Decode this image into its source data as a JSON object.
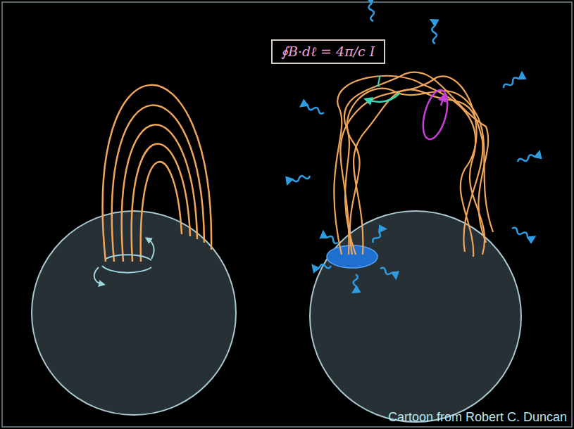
{
  "diagram": {
    "caption": "Cartoon from Robert C. Duncan",
    "nodes": [
      {
        "text": [
          "∮B·dℓ = 4π/c I"
        ]
      }
    ],
    "labels": [
      "I"
    ]
  }
}
